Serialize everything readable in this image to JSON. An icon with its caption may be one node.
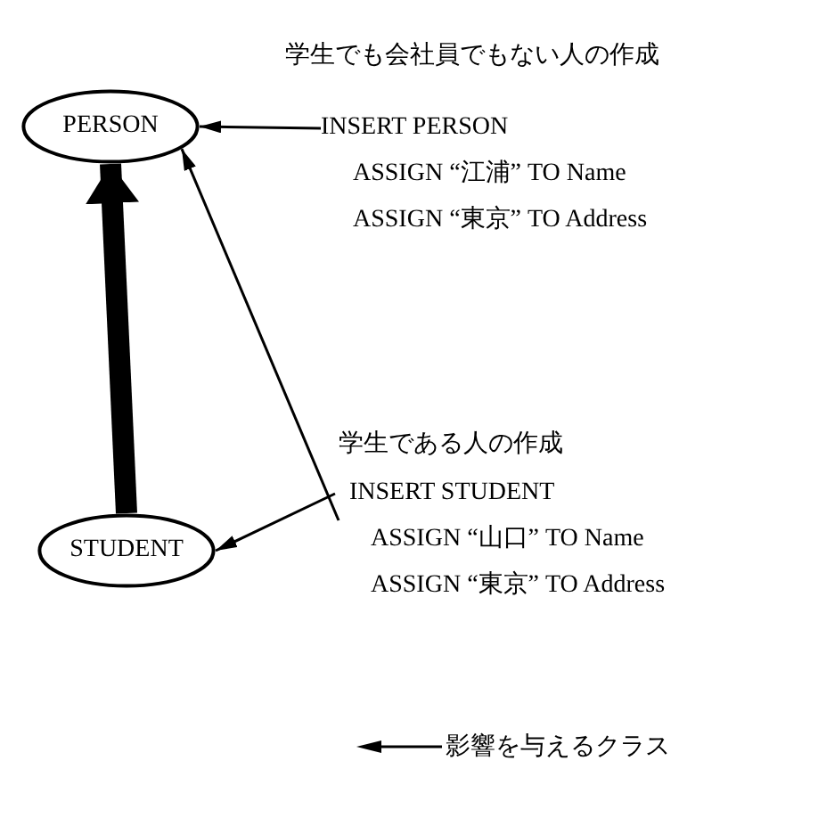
{
  "diagram": {
    "nodes": [
      {
        "text": [
          "PERSON"
        ]
      },
      {
        "text": [
          "STUDENT"
        ]
      },
      {
        "text": [
          "INSERT PERSON",
          "ASSIGN “江浦” TO Name",
          "ASSIGN “東京” TO Address"
        ]
      },
      {
        "text": [
          "INSERT STUDENT",
          "ASSIGN “山口” TO Name",
          "ASSIGN “東京” TO Address"
        ]
      }
    ],
    "edges": [
      {
        "from": 2,
        "to": 0,
        "arrow": "to"
      },
      {
        "from": 3,
        "to": 1,
        "arrow": "to"
      },
      {
        "from": 1,
        "to": 0,
        "arrow": "to",
        "style": "thick"
      },
      {
        "from": 3,
        "to": 0,
        "arrow": "to"
      }
    ],
    "labels": [
      "学生でも会社員でもない人の作成",
      "学生である人の作成"
    ],
    "legend": [
      {
        "text": "影響を与えるクラス"
      }
    ]
  }
}
